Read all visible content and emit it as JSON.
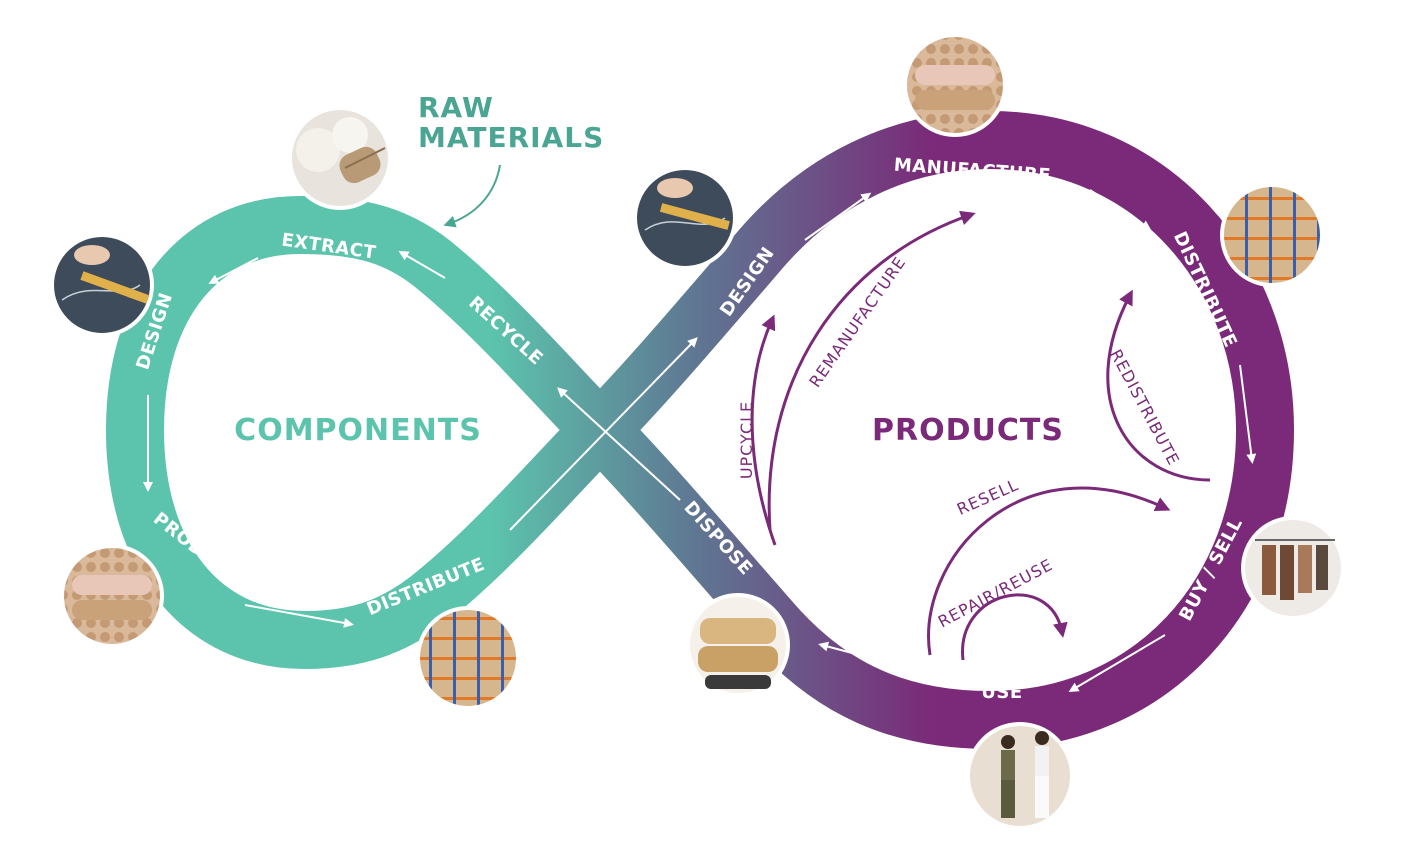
{
  "colors": {
    "teal": "#5cc3ac",
    "teal_dark": "#4aa593",
    "slate": "#5f7793",
    "purple": "#7a2a78",
    "purple_dark": "#6e1f6d",
    "white": "#ffffff"
  },
  "raw_materials": {
    "line1": "RAW",
    "line2": "MATERIALS"
  },
  "components_loop": {
    "title": "COMPONENTS",
    "stages": {
      "extract": "EXTRACT",
      "design": "DESIGN",
      "produce": "PRODUCE",
      "distribute": "DISTRIBUTE",
      "recycle": "RECYCLE"
    }
  },
  "products_loop": {
    "title": "PRODUCTS",
    "stages": {
      "design": "DESIGN",
      "manufacture": "MANUFACTURE",
      "distribute": "DISTRIBUTE",
      "buy_sell": "BUY / SELL",
      "use": "USE",
      "dispose": "DISPOSE"
    },
    "inner_loops": {
      "upcycle": "UPCYCLE",
      "remanufacture": "REMANUFACTURE",
      "redistribute": "REDISTRIBUTE",
      "resell": "RESELL",
      "repair_reuse": "REPAIR/REUSE"
    }
  },
  "photos": {
    "raw_cotton": "cotton-yarn-photo",
    "design_left": "pattern-cutting-photo",
    "design_right": "pattern-cutting-photo",
    "fabric_rolls_left": "fabric-rolls-photo",
    "fabric_rolls_right": "fabric-rolls-photo",
    "warehouse_left": "warehouse-shelves-photo",
    "warehouse_right": "warehouse-shelves-photo",
    "clothing_rack": "clothing-rack-photo",
    "cushions": "cushions-photo",
    "models": "two-models-photo"
  }
}
